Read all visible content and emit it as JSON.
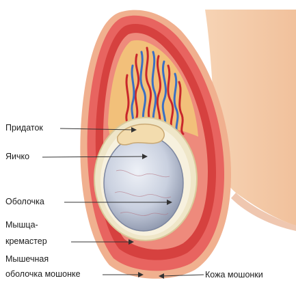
{
  "labels": [
    "Придаток",
    "Яичко",
    "Оболочка",
    "Мышца-",
    "кремастер",
    "Мышечная",
    "оболочка мошонке",
    "Кожа мошонки"
  ],
  "colors": {
    "skin": "#f4c9a6",
    "skin_shadow": "#e8a983",
    "outer_layer": "#e9605a",
    "muscle_layer": "#d8403f",
    "fat_layer": "#f2c07a",
    "vessel_red": "#c8262b",
    "vessel_blue": "#3a6fc4",
    "tunica": "#efe6c8",
    "testis": "#c9d0df",
    "leader_line": "#333333"
  },
  "icons": [
    "scrotum-anatomy-illustration"
  ]
}
